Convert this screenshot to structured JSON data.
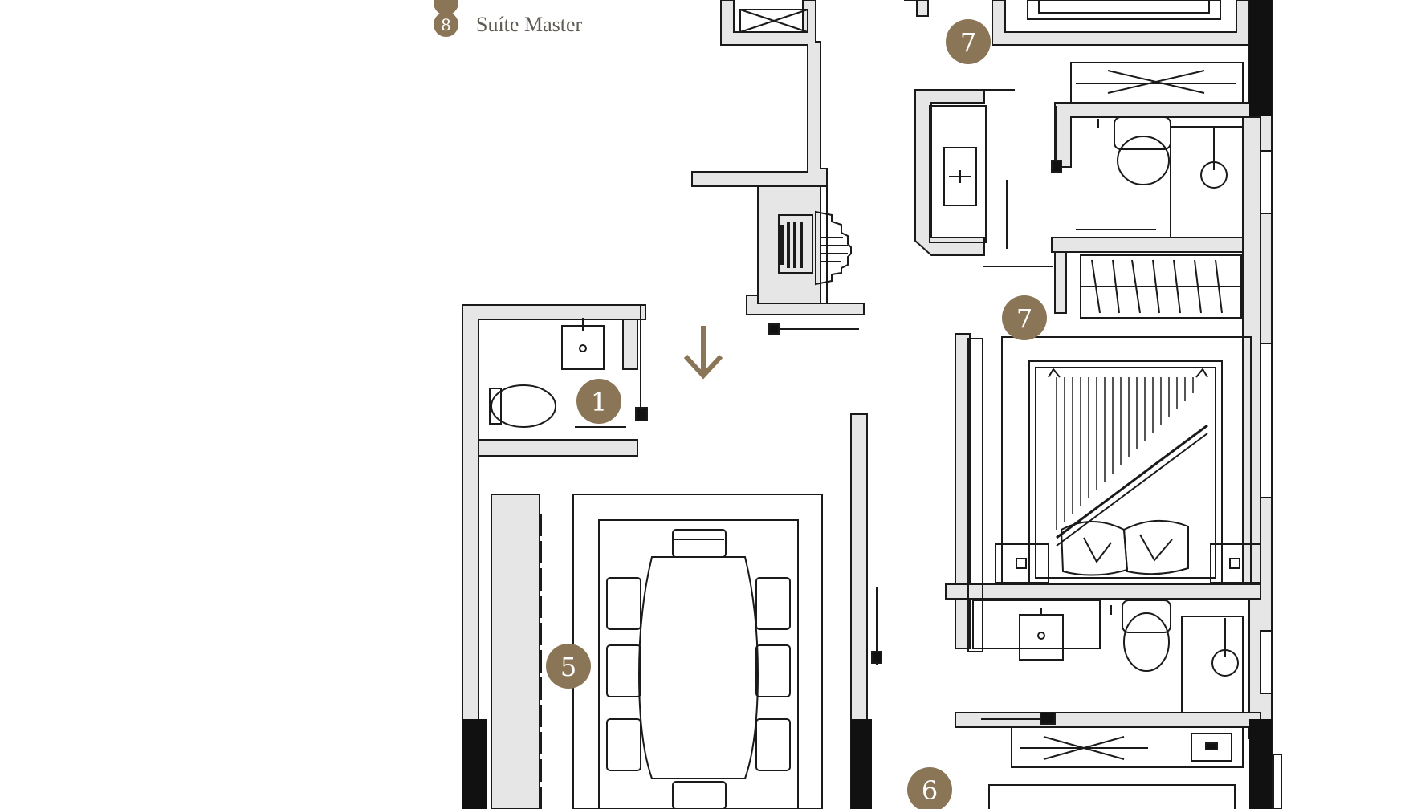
{
  "accent_color": "#8a7556",
  "wall_fill": "#e6e6e6",
  "line_color": "#1a1a1a",
  "legend": [
    {
      "number": "8",
      "label": "Suíte Master"
    }
  ],
  "room_markers": [
    "1",
    "5",
    "6",
    "7",
    "7"
  ],
  "entry_arrow_icon": "arrow-down-icon"
}
